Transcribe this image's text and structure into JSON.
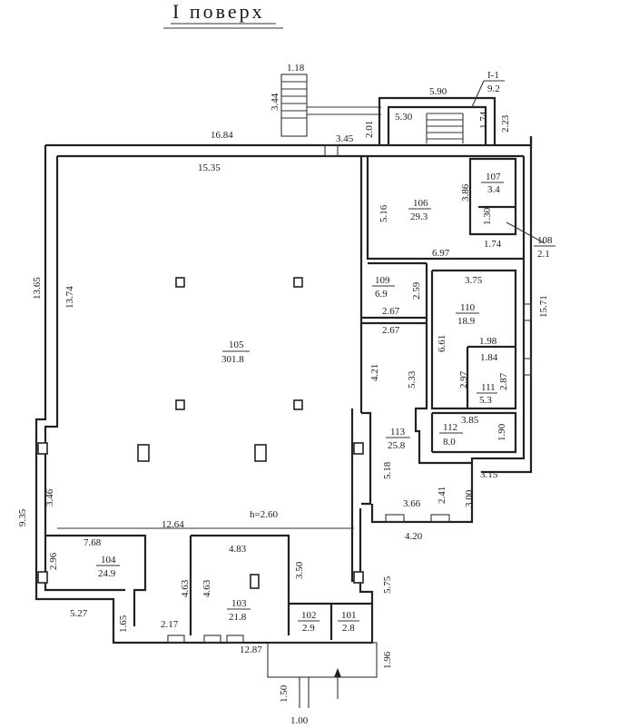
{
  "title": "I поверх",
  "stair_label": "I-1",
  "rooms": [
    {
      "num": "105",
      "area": "301.8"
    },
    {
      "num": "106",
      "area": "29.3"
    },
    {
      "num": "107",
      "area": "3.4"
    },
    {
      "num": "108",
      "area": "2.1"
    },
    {
      "num": "109",
      "area": "6.9"
    },
    {
      "num": "110",
      "area": "18.9"
    },
    {
      "num": "111",
      "area": "5.3"
    },
    {
      "num": "112",
      "area": "8.0"
    },
    {
      "num": "113",
      "area": "25.8"
    },
    {
      "num": "104",
      "area": "24.9"
    },
    {
      "num": "103",
      "area": "21.8"
    },
    {
      "num": "102",
      "area": "2.9"
    },
    {
      "num": "101",
      "area": "2.8"
    },
    {
      "num": "",
      "area": "9.2"
    }
  ],
  "height_note": "h=2.60",
  "dimensions": [
    "1.18",
    "3.44",
    "5.90",
    "2.01",
    "5.30",
    "1.74",
    "2.23",
    "16.84",
    "3.45",
    "15.35",
    "3.86",
    "5.16",
    "1.30",
    "1.74",
    "6.97",
    "13.65",
    "13.74",
    "3.75",
    "2.59",
    "15.71",
    "2.67",
    "2.67",
    "6.61",
    "1.98",
    "1.84",
    "4.21",
    "5.33",
    "2.97",
    "2.87",
    "3.85",
    "1.90",
    "5.18",
    "3.15",
    "2.41",
    "3.00",
    "9.35",
    "3.46",
    "3.66",
    "4.20",
    "12.64",
    "7.68",
    "4.83",
    "2.96",
    "4.63",
    "4.63",
    "3.50",
    "5.75",
    "5.27",
    "1.65",
    "2.17",
    "12.87",
    "1.96",
    "1.50",
    "1.00"
  ]
}
